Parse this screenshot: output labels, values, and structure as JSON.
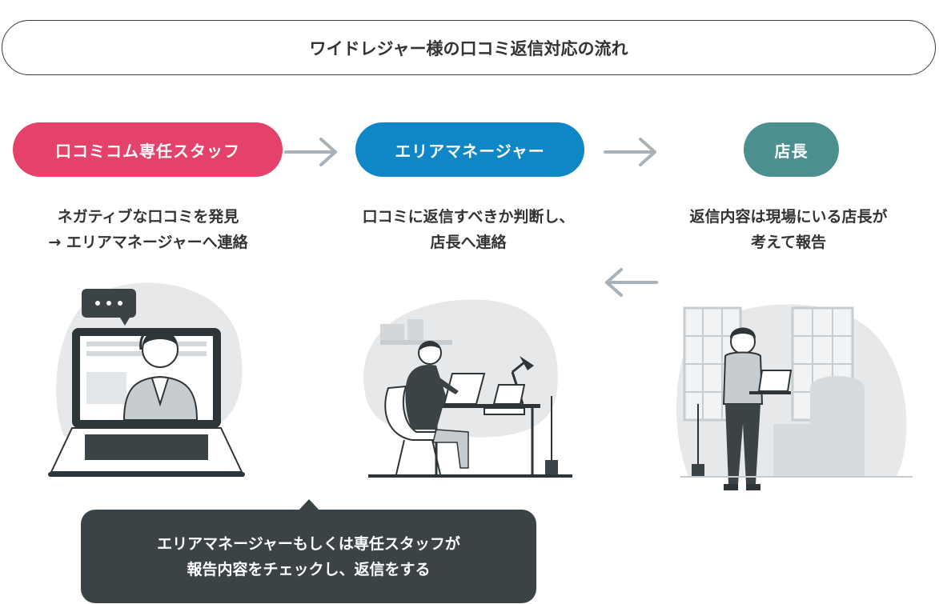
{
  "title": "ワイドレジャー様の口コミ返信対応の流れ",
  "colors": {
    "staff": "#e5426b",
    "area_manager": "#0f87c6",
    "store_manager": "#4b8f8f",
    "arrow": "#a9b2b8",
    "bubble": "#3c4347"
  },
  "steps": [
    {
      "label": "口コミコム専任スタッフ",
      "desc_line1": "ネガティブな口コミを発見",
      "desc_line2": "→ エリアマネージャーへ連絡",
      "icon": "support-operator-laptop-illustration"
    },
    {
      "label": "エリアマネージャー",
      "desc_line1": "口コミに返信すべきか判断し、",
      "desc_line2": "店長へ連絡",
      "icon": "man-at-desk-illustration"
    },
    {
      "label": "店長",
      "desc_line1": "返信内容は現場にいる店長が",
      "desc_line2": "考えて報告",
      "icon": "man-with-laptop-illustration"
    }
  ],
  "note": {
    "line1": "エリアマネージャーもしくは専任スタッフが",
    "line2": "報告内容をチェックし、返信をする"
  }
}
